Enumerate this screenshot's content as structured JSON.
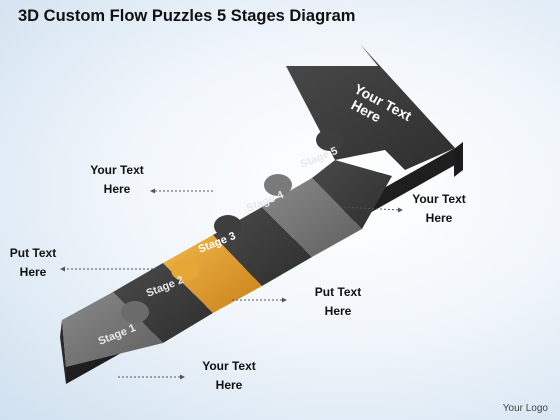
{
  "title": "3D Custom Flow Puzzles 5 Stages Diagram",
  "arrow_text": [
    "Your Text",
    "Here"
  ],
  "stages": [
    "Stage 1",
    "Stage 2",
    "Stage 3",
    "Stage 4",
    "Stage 5"
  ],
  "labels": {
    "stage4_left": [
      "Your Text",
      "Here"
    ],
    "stage5_right": [
      "Your Text",
      "Here"
    ],
    "stage3_left": [
      "Put Text",
      "Here"
    ],
    "stage2_right": [
      "Put Text",
      "Here"
    ],
    "stage1_right": [
      "Your Text",
      "Here"
    ]
  },
  "logo": "Your Logo",
  "colors": {
    "dark_block": "#3a3a3a",
    "mid_block": "#6b6b6b",
    "light_block": "#8e8e8e",
    "highlight_block": "#e09a2c",
    "arrow_head": "#3a3a3a"
  }
}
